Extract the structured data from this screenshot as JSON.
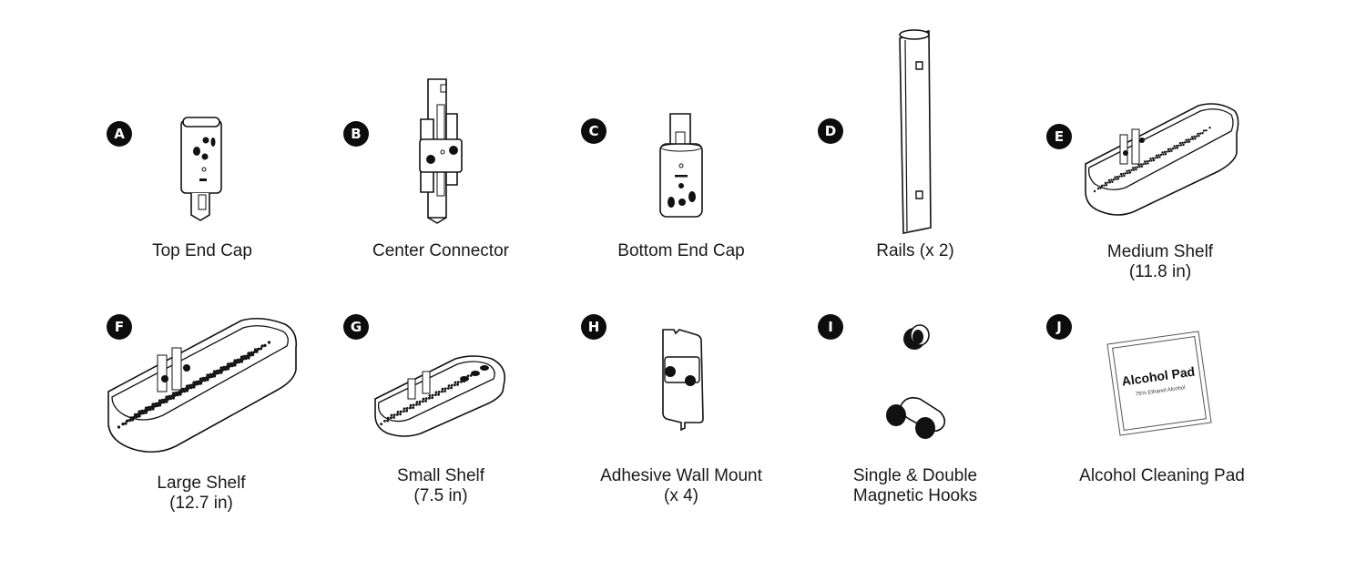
{
  "parts": [
    {
      "letter": "A",
      "name": "Top End Cap",
      "sub": ""
    },
    {
      "letter": "B",
      "name": "Center Connector",
      "sub": ""
    },
    {
      "letter": "C",
      "name": "Bottom End Cap",
      "sub": ""
    },
    {
      "letter": "D",
      "name": "Rails (x 2)",
      "sub": ""
    },
    {
      "letter": "E",
      "name": "Medium Shelf",
      "sub": "(11.8 in)"
    },
    {
      "letter": "F",
      "name": "Large Shelf",
      "sub": "(12.7 in)"
    },
    {
      "letter": "G",
      "name": "Small Shelf",
      "sub": "(7.5 in)"
    },
    {
      "letter": "H",
      "name": "Adhesive Wall Mount",
      "sub": "(x 4)"
    },
    {
      "letter": "I",
      "name": "Single & Double",
      "sub": "Magnetic Hooks"
    },
    {
      "letter": "J",
      "name": "Alcohol Cleaning Pad",
      "sub": ""
    }
  ],
  "alcohol_pad": {
    "title": "Alcohol Pad",
    "subtitle": "75% Ethanol Alcohol"
  }
}
